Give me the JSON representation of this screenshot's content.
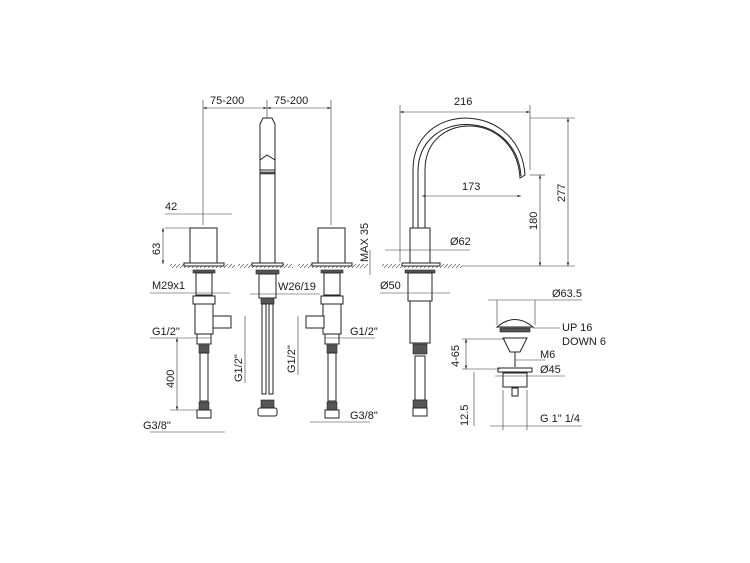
{
  "drawing": {
    "labels": {
      "spacing_left": "75-200",
      "spacing_right": "75-200",
      "handle_width": "42",
      "handle_height": "63",
      "max_deck": "MAX 35",
      "thread_m29": "M29x1",
      "wrench": "W26/19",
      "dia_50": "Ø50",
      "g12_left": "G1/2\"",
      "g12_right": "G1/2\"",
      "g12_rot_a": "G1/2\"",
      "g12_rot_b": "G1/2\"",
      "hose_length": "400",
      "g38_left": "G3/8\"",
      "g38_right": "G3/8\"",
      "spout_width": "216",
      "spout_reach": "173",
      "spout_clearance": "180",
      "spout_height": "277",
      "dia_62": "Ø62",
      "dia_63_5": "Ø63.5",
      "up": "UP 16",
      "down": "DOWN 6",
      "m6": "M6",
      "dia_45": "Ø45",
      "range_4_65": "4-65",
      "dim_12_5": "12.5",
      "g114": "G 1\" 1/4"
    }
  }
}
